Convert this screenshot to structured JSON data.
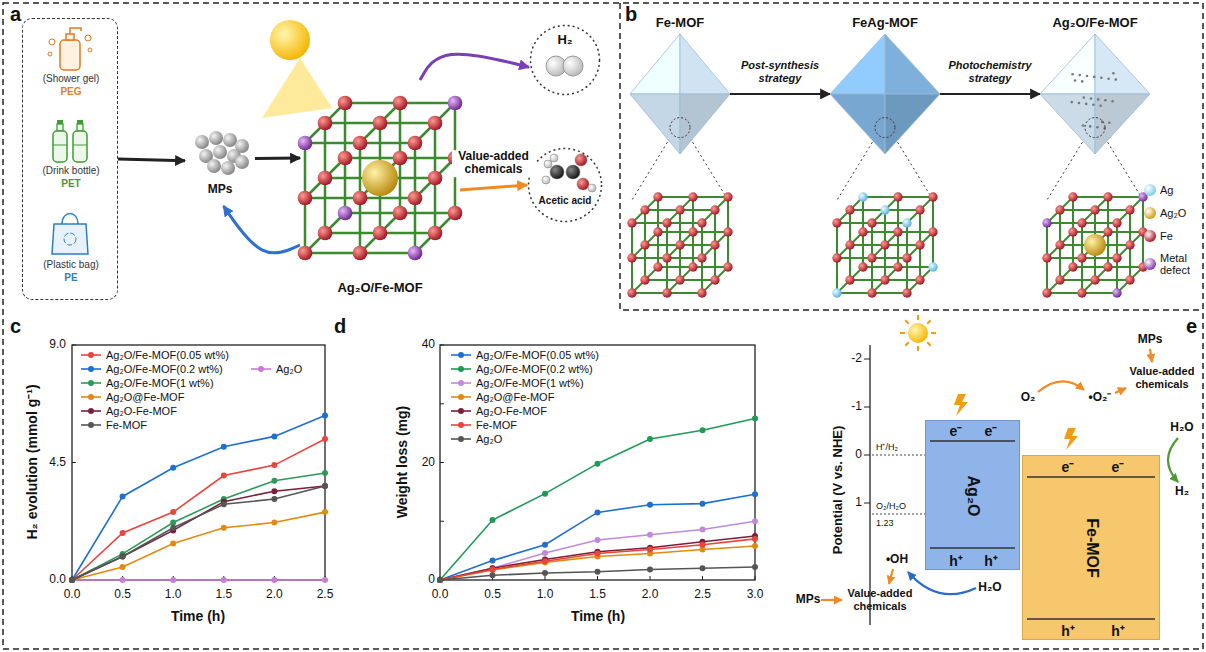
{
  "diagram": {
    "nodes": [
      {
        "text": [
          "(Shower gel)",
          "PEG",
          "(Drink bottle)",
          "PET",
          "(Plastic bag)",
          "PE"
        ]
      },
      {
        "text": [
          "MPs"
        ]
      },
      {
        "text": [
          "Ag₂O/Fe-MOF"
        ]
      },
      {
        "text": [
          "H₂"
        ]
      },
      {
        "text": [
          "Acetic acid"
        ]
      },
      {
        "text": [
          "Fe-MOF"
        ]
      },
      {
        "text": [
          "FeAg-MOF"
        ]
      },
      {
        "text": [
          "Ag₂O/Fe-MOF"
        ]
      },
      {
        "text": [
          "e⁻",
          "e⁻",
          "Ag₂O",
          "h⁺",
          "h⁺"
        ]
      },
      {
        "text": [
          "e⁻",
          "e⁻",
          "Fe-MOF",
          "h⁺",
          "h⁺"
        ]
      }
    ],
    "edges": [
      {
        "from": 0,
        "to": 1,
        "arrow": "to"
      },
      {
        "from": 1,
        "to": 2,
        "arrow": "to"
      },
      {
        "from": 2,
        "to": 3,
        "arrow": "to"
      },
      {
        "from": 2,
        "to": 4,
        "label": "Value-added chemicals",
        "arrow": "to"
      },
      {
        "from": 2,
        "to": 1,
        "arrow": "to"
      },
      {
        "from": 5,
        "to": 6,
        "label": "Post-synthesis strategy",
        "arrow": "to"
      },
      {
        "from": 6,
        "to": 7,
        "label": "Photochemistry strategy",
        "arrow": "to"
      }
    ],
    "labels": [
      "a",
      "b",
      "c",
      "d",
      "e",
      "0.0",
      "4.5",
      "9.0",
      "0.0",
      "0.5",
      "1.0",
      "1.5",
      "2.0",
      "2.5",
      "H₂ evolution (mmol g⁻¹)",
      "Time (h)",
      "0",
      "20",
      "40",
      "0.0",
      "0.5",
      "1.0",
      "1.5",
      "2.0",
      "2.5",
      "3.0",
      "Weight loss (mg)",
      "Time (h)",
      "Potential (V vs. NHE)",
      "-2",
      "-1",
      "0",
      "1",
      "H⁺/H₂",
      "O₂/H₂O",
      "1.23",
      "O₂",
      "•O₂⁻",
      "MPs",
      "Value-added chemicals",
      "H₂O",
      "H₂",
      "•OH",
      "H₂O",
      "MPs",
      "Value-added chemicals"
    ],
    "legend": [
      {
        "text": "Ag",
        "color": "#7fd0ee"
      },
      {
        "text": "Ag₂O",
        "color": "#d4a017"
      },
      {
        "text": "Fe",
        "color": "#b3202c"
      },
      {
        "text": "Metal defect",
        "color": "#8b3fae"
      },
      {
        "text": "Ag₂O/Fe-MOF(0.05 wt%)"
      },
      {
        "text": "Ag₂O/Fe-MOF(0.2 wt%)"
      },
      {
        "text": "Ag₂O"
      },
      {
        "text": "Ag₂O/Fe-MOF(1 wt%)"
      },
      {
        "text": "Ag₂O@Fe-MOF"
      },
      {
        "text": "Ag₂O-Fe-MOF"
      },
      {
        "text": "Fe-MOF"
      },
      {
        "text": "Ag₂O/Fe-MOF(0.05 wt%)"
      },
      {
        "text": "Ag₂O/Fe-MOF(0.2 wt%)"
      },
      {
        "text": "Ag₂O/Fe-MOF(1 wt%)"
      },
      {
        "text": "Ag₂O@Fe-MOF"
      },
      {
        "text": "Ag₂O-Fe-MOF"
      },
      {
        "text": "Fe-MOF"
      },
      {
        "text": "Ag₂O"
      }
    ]
  }
}
